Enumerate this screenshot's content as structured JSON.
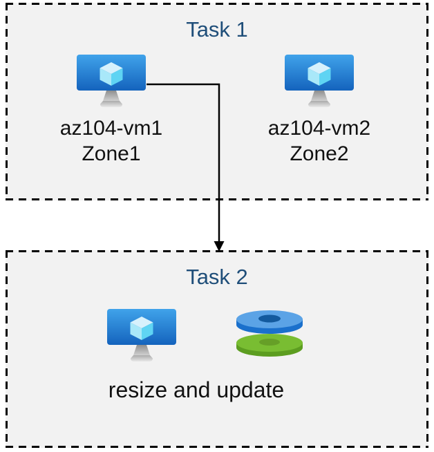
{
  "colors": {
    "title": "#1F4E79",
    "panel-bg": "#F2F2F2",
    "panel-border": "#000000",
    "label-text": "#111111",
    "connector": "#000000",
    "vm-screen-top": "#40A3EA",
    "vm-screen-bottom": "#1463BD",
    "disk-blue": "#5BA3E6",
    "disk-blue-rim": "#1A70CC",
    "disk-blue-hole": "#135A9E",
    "disk-green": "#79BD32",
    "disk-green-rim": "#5C9D20",
    "disk-green-hole": "#669F27"
  },
  "task1": {
    "title": "Task 1",
    "vms": [
      {
        "name": "az104-vm1",
        "zone": "Zone1",
        "icon": "virtual-machine-icon"
      },
      {
        "name": "az104-vm2",
        "zone": "Zone2",
        "icon": "virtual-machine-icon"
      }
    ]
  },
  "connector": {
    "shape": "elbow-arrow-down",
    "from": "az104-vm1",
    "to": "Task 2"
  },
  "task2": {
    "title": "Task 2",
    "caption": "resize and update",
    "icons": [
      "virtual-machine-icon",
      "managed-disks-icon"
    ]
  }
}
